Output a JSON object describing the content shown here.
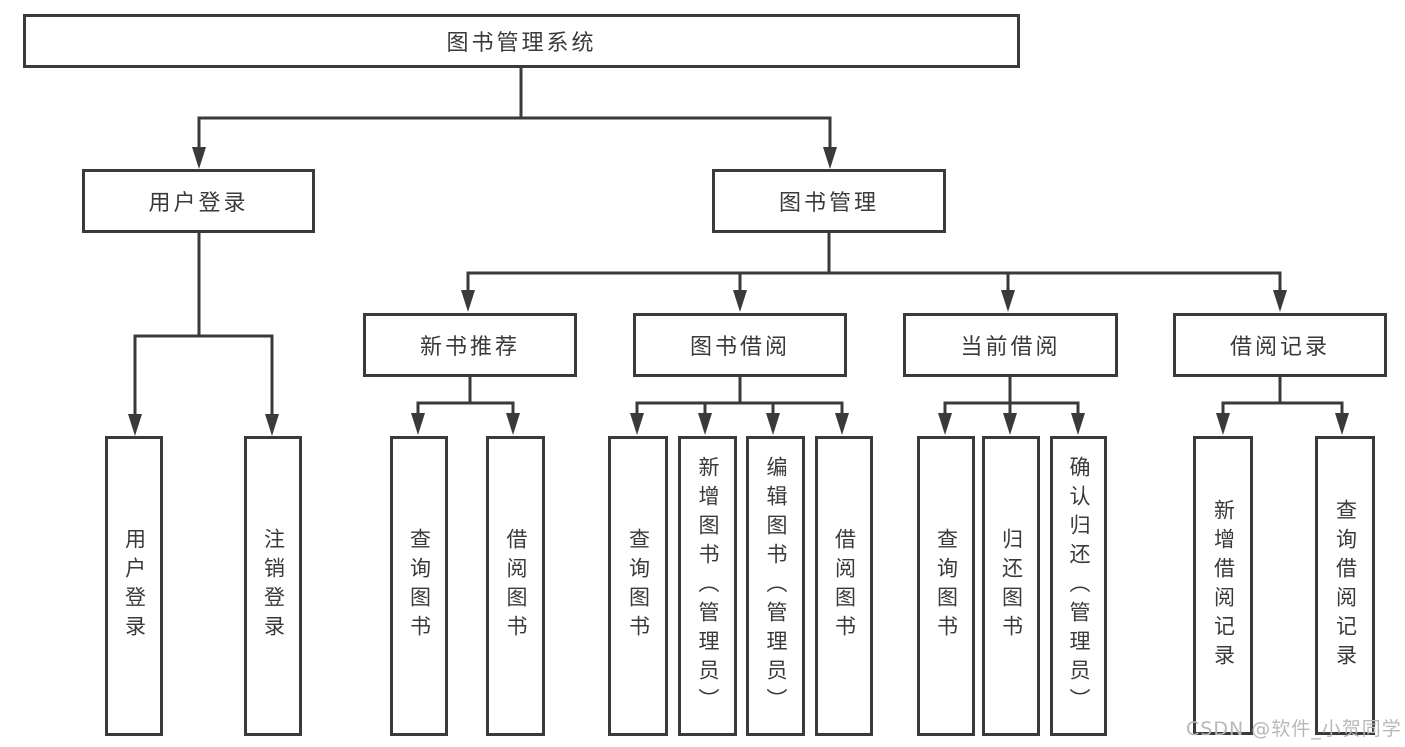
{
  "diagram": {
    "root": {
      "label": "图书管理系统"
    },
    "branches": [
      {
        "label": "用户登录",
        "children": [
          {
            "label": "用户登录"
          },
          {
            "label": "注销登录"
          }
        ]
      },
      {
        "label": "图书管理",
        "children": [
          {
            "label": "新书推荐",
            "children": [
              {
                "label": "查询图书"
              },
              {
                "label": "借阅图书"
              }
            ]
          },
          {
            "label": "图书借阅",
            "children": [
              {
                "label": "查询图书"
              },
              {
                "label": "新增图书（管理员）"
              },
              {
                "label": "编辑图书（管理员）"
              },
              {
                "label": "借阅图书"
              }
            ]
          },
          {
            "label": "当前借阅",
            "children": [
              {
                "label": "查询图书"
              },
              {
                "label": "归还图书"
              },
              {
                "label": "确认归还（管理员）"
              }
            ]
          },
          {
            "label": "借阅记录",
            "children": [
              {
                "label": "新增借阅记录"
              },
              {
                "label": "查询借阅记录"
              }
            ]
          }
        ]
      }
    ],
    "watermark": "CSDN @软件_小贺同学",
    "colors": {
      "line": "#3a3a3a",
      "text": "#3a3a3a",
      "background": "#ffffff",
      "watermark": "#b8b8b8"
    }
  }
}
